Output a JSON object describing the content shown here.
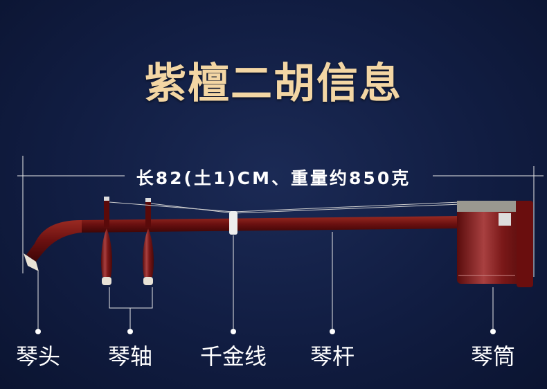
{
  "title": "紫檀二胡信息",
  "measurement": "长82(土1)CM、重量约850克",
  "labels": {
    "head": "琴头",
    "pegs": "琴轴",
    "qianjin": "千金线",
    "neck": "琴杆",
    "drum": "琴筒"
  },
  "colors": {
    "background": "#111d42",
    "title": "#f3d6a4",
    "wood": "#6e1010"
  }
}
